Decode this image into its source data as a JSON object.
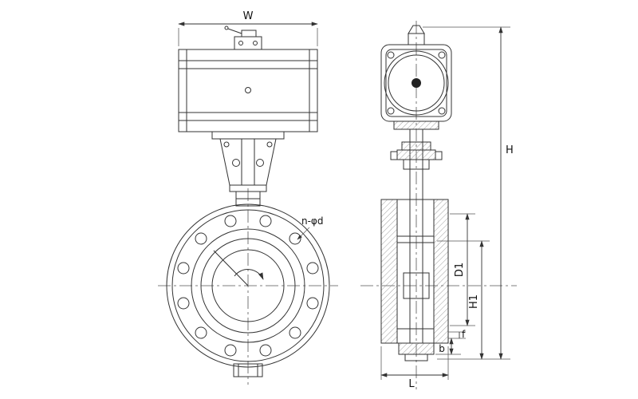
{
  "drawing": {
    "background": "#ffffff",
    "line_color": "#333333",
    "labels": {
      "w": "W",
      "h": "H",
      "h1": "H1",
      "d1": "D1",
      "l": "L",
      "b": "b",
      "f": "f",
      "n_phi_d": "n-φd"
    }
  }
}
